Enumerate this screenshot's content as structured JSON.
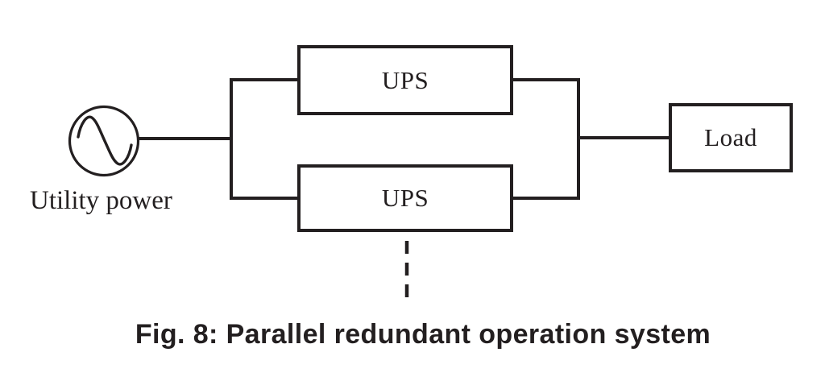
{
  "figure": {
    "caption": "Fig. 8: Parallel redundant operation system"
  },
  "diagram": {
    "utility_label": "Utility power",
    "ups_boxes": [
      {
        "label": "UPS"
      },
      {
        "label": "UPS"
      }
    ],
    "load_label": "Load",
    "more_units_indicator": "dashed-continuation-line",
    "icons": {
      "ac_source": "ac-source-icon"
    },
    "colors": {
      "line": "#231f20",
      "background": "#ffffff"
    }
  }
}
